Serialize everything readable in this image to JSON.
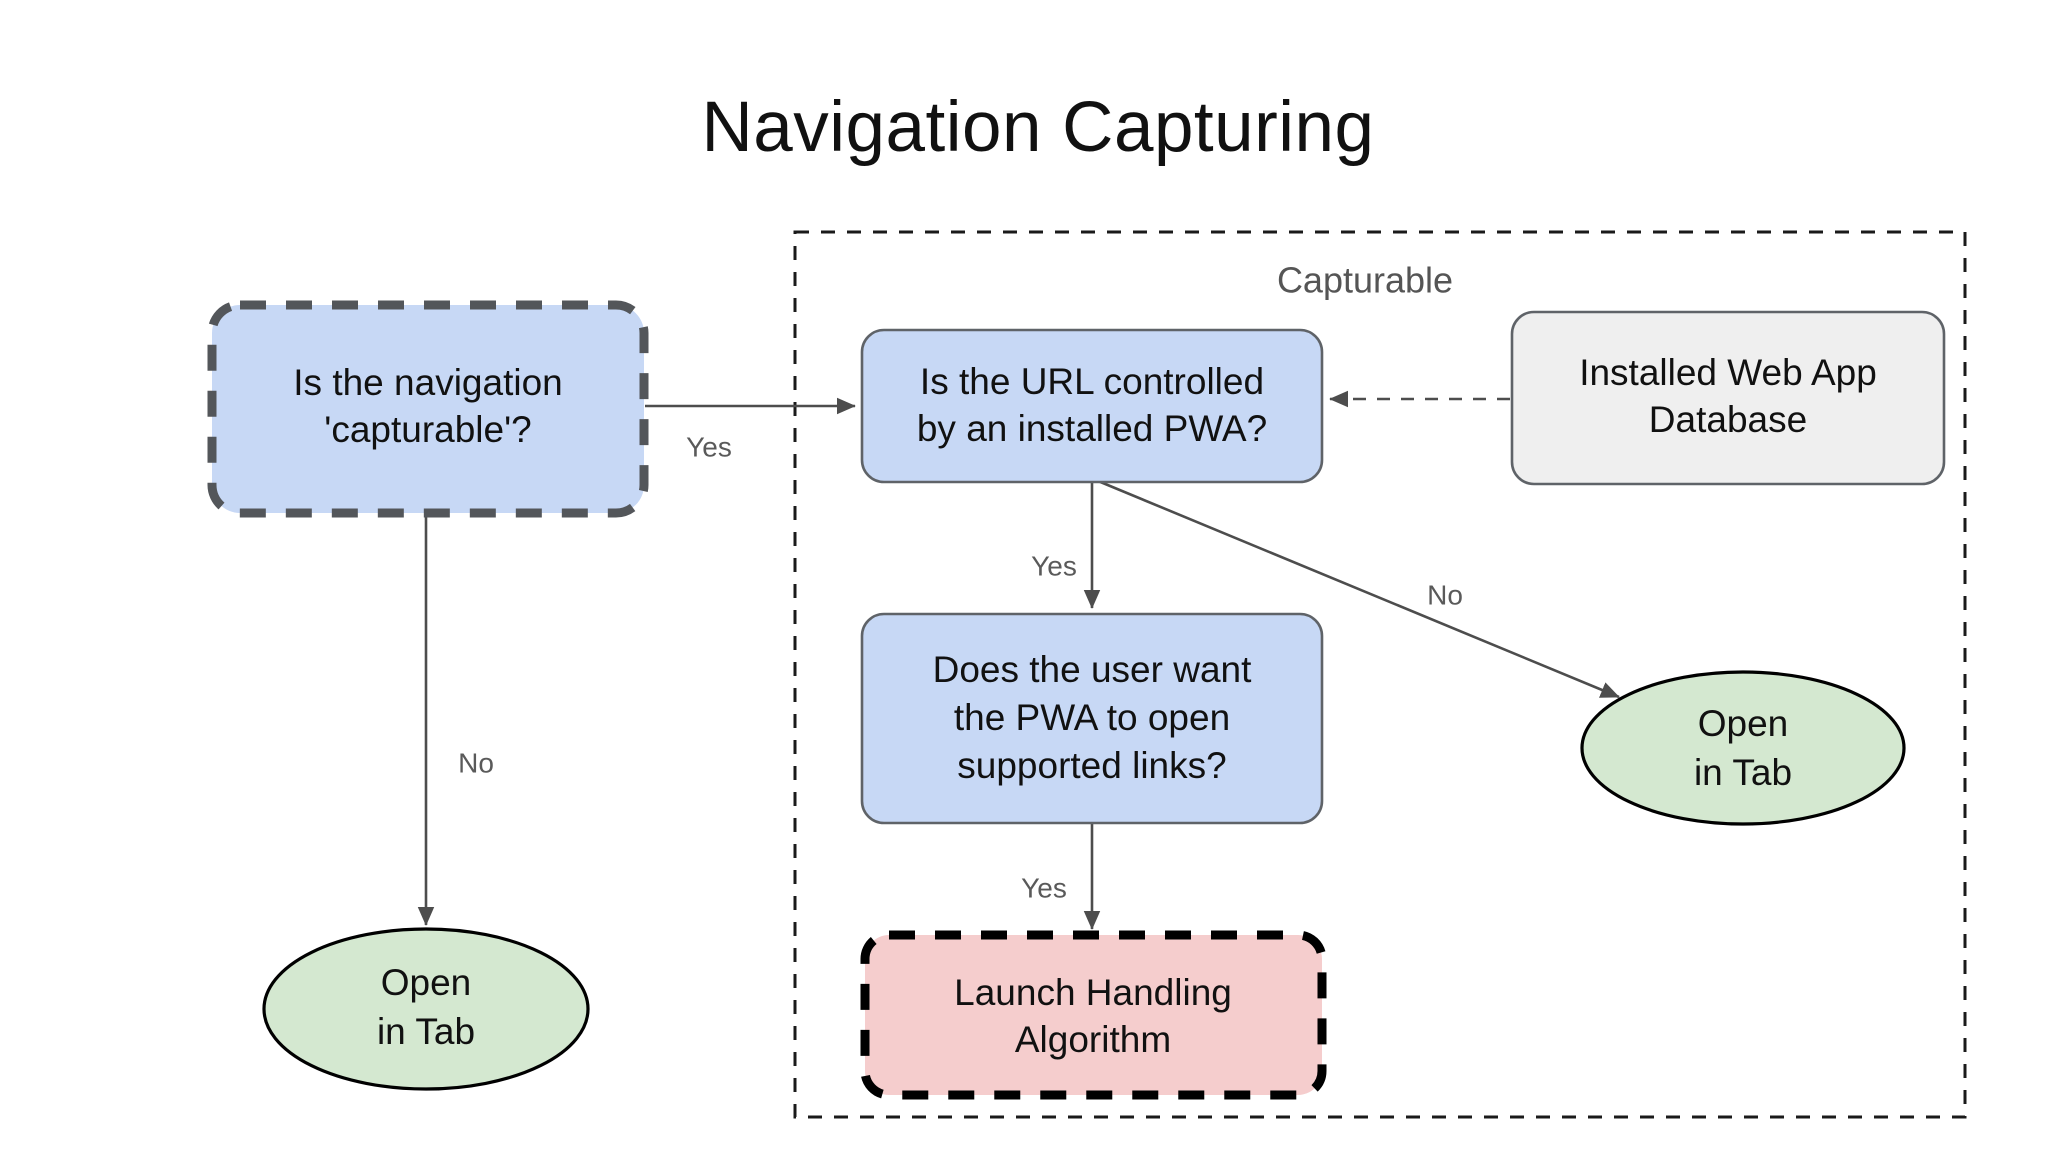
{
  "title": "Navigation Capturing",
  "colors": {
    "decision_fill": "#c7d8f5",
    "decision_stroke": "#5f6368",
    "terminal_fill": "#d4e8d0",
    "terminal_stroke": "#000000",
    "datastore_fill": "#efefef",
    "datastore_stroke": "#5f6368",
    "algorithm_fill": "#f5cdcd",
    "algorithm_stroke": "#000000",
    "dashed_emphasis_stroke": "#53565a",
    "edge_stroke": "#4d4d4d",
    "group_label": "#555555",
    "background": "#ffffff"
  },
  "group": {
    "label": "Capturable",
    "style": "dashed-rectangle"
  },
  "nodes": {
    "is_navigation_capturable": {
      "lines": [
        "Is the navigation",
        "'capturable'?"
      ],
      "shape": "rounded-rect",
      "border": "dashed",
      "fill": "#c7d8f5"
    },
    "is_url_controlled": {
      "lines": [
        "Is the URL controlled",
        "by an installed PWA?"
      ],
      "shape": "rounded-rect",
      "border": "solid",
      "fill": "#c7d8f5"
    },
    "installed_web_app_database": {
      "lines": [
        "Installed Web App",
        "Database"
      ],
      "shape": "rounded-rect",
      "border": "solid",
      "fill": "#efefef"
    },
    "does_user_want_pwa": {
      "lines": [
        "Does the user want",
        "the PWA to open",
        "supported links?"
      ],
      "shape": "rounded-rect",
      "border": "solid",
      "fill": "#c7d8f5"
    },
    "launch_handling_algorithm": {
      "lines": [
        "Launch Handling",
        "Algorithm"
      ],
      "shape": "rounded-rect",
      "border": "dashed",
      "fill": "#f5cdcd"
    },
    "open_in_tab_left": {
      "lines": [
        "Open",
        "in Tab"
      ],
      "shape": "ellipse",
      "border": "solid",
      "fill": "#d4e8d0"
    },
    "open_in_tab_right": {
      "lines": [
        "Open",
        "in Tab"
      ],
      "shape": "ellipse",
      "border": "solid",
      "fill": "#d4e8d0"
    }
  },
  "edges": [
    {
      "from": "is_navigation_capturable",
      "to": "is_url_controlled",
      "label": "Yes",
      "style": "solid"
    },
    {
      "from": "is_navigation_capturable",
      "to": "open_in_tab_left",
      "label": "No",
      "style": "solid"
    },
    {
      "from": "installed_web_app_database",
      "to": "is_url_controlled",
      "label": "",
      "style": "dashed"
    },
    {
      "from": "is_url_controlled",
      "to": "does_user_want_pwa",
      "label": "Yes",
      "style": "solid"
    },
    {
      "from": "is_url_controlled",
      "to": "open_in_tab_right",
      "label": "No",
      "style": "solid"
    },
    {
      "from": "does_user_want_pwa",
      "to": "launch_handling_algorithm",
      "label": "Yes",
      "style": "solid"
    }
  ]
}
